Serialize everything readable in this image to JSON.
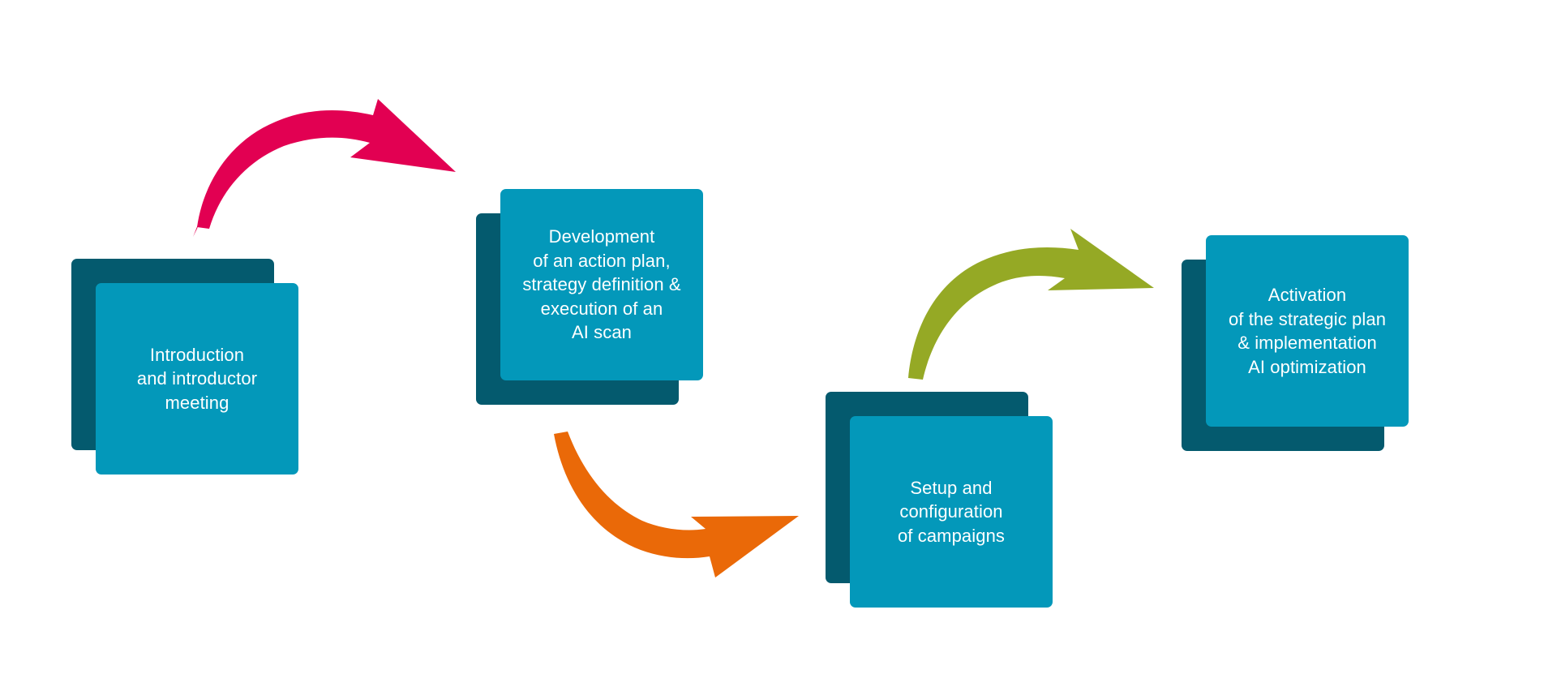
{
  "diagram": {
    "type": "process-flow",
    "steps": [
      {
        "id": 1,
        "label": "Introduction\nand introductor\nmeeting"
      },
      {
        "id": 2,
        "label": "Development\nof an action plan,\nstrategy definition &\nexecution of an\nAI scan"
      },
      {
        "id": 3,
        "label": "Setup and\nconfiguration\nof campaigns"
      },
      {
        "id": 4,
        "label": "Activation\nof the strategic plan\n& implementation\nAI optimization"
      }
    ],
    "arrows": [
      {
        "from": 1,
        "to": 2,
        "color": "#e20052"
      },
      {
        "from": 2,
        "to": 3,
        "color": "#ea6908"
      },
      {
        "from": 3,
        "to": 4,
        "color": "#95a925"
      }
    ],
    "colors": {
      "box_front": "#0398ba",
      "box_back": "#045a6e",
      "text": "#ffffff",
      "background": "#ffffff"
    }
  }
}
